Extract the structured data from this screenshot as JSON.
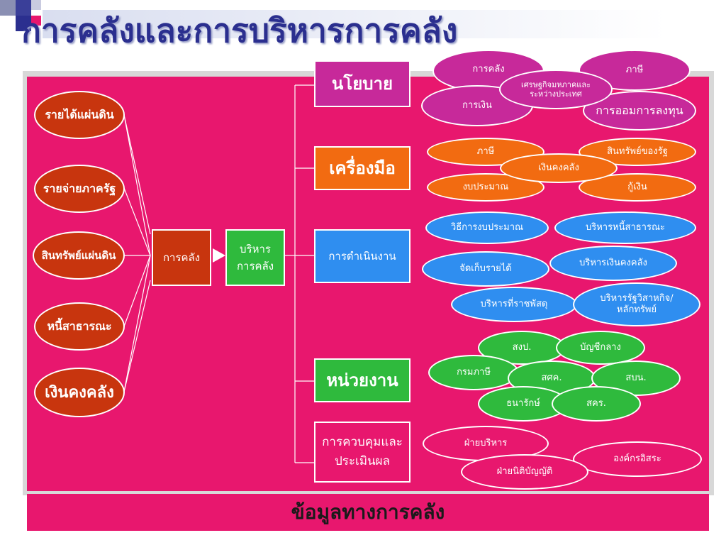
{
  "title": "การคลังและการบริหารการคลัง",
  "left": {
    "items": [
      "รายได้แผ่นดิน",
      "รายจ่ายภาครัฐ",
      "สินทรัพย์แผ่นดิน",
      "หนี้สาธารณะ",
      "เงินคงคลัง"
    ],
    "center": "การคลัง",
    "manage_line1": "บริหาร",
    "manage_line2": "การคลัง"
  },
  "categories": {
    "policy": "นโยบาย",
    "tools": "เครื่องมือ",
    "operations": "การดำเนินงาน",
    "agencies": "หน่วยงาน",
    "control_line1": "การควบคุมและ",
    "control_line2": "ประเมินผล"
  },
  "policy_items": {
    "fiscal": "การคลัง",
    "tax": "ภาษี",
    "econ_line1": "เศรษฐกิจมหภาคและ",
    "econ_line2": "ระหว่างประเทศ",
    "finance": "การเงิน",
    "saving": "การออมการลงทุน"
  },
  "tools_items": {
    "tax": "ภาษี",
    "assets": "สินทรัพย์ของรัฐ",
    "treasury": "เงินคงคลัง",
    "budget": "งบประมาณ",
    "borrow": "กู้เงิน"
  },
  "ops_items": {
    "budget_method": "วิธีการงบประมาณ",
    "debt_mgmt": "บริหารหนี้สาธารณะ",
    "revenue": "จัดเก็บรายได้",
    "treasury_mgmt": "บริหารเงินคงคลัง",
    "property_mgmt": "บริหารที่ราชพัสดุ",
    "soe_line1": "บริหารรัฐวิสาหกิจ/",
    "soe_line2": "หลักทรัพย์"
  },
  "agency_items": {
    "sgp": "สงป.",
    "cgd": "บัญชีกลาง",
    "rd": "กรมภาษี",
    "sko": "สศค.",
    "sbn": "สบน.",
    "bot": "ธนารักษ์",
    "skr": "สคร."
  },
  "control_items": {
    "exec": "ฝ่ายบริหาร",
    "indep": "องค์กรอิสระ",
    "legis": "ฝ่ายนิติบัญญัติ"
  },
  "footer": "ข้อมูลทางการคลัง",
  "colors": {
    "background_pink": "#e8176e",
    "red": "#c8350e",
    "purple": "#c7299a",
    "orange": "#f26b11",
    "blue": "#2f8ef0",
    "green": "#2fba3d",
    "title": "#2b2f8f"
  }
}
